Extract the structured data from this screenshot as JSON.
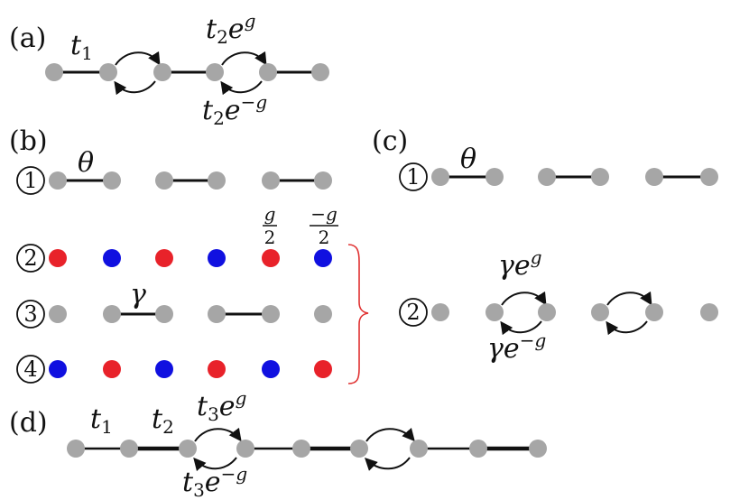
{
  "colors": {
    "node_gray": "#a6a6a6",
    "node_red": "#e8222a",
    "node_blue": "#1010e0",
    "bond": "#111111",
    "brace": "#e03030"
  },
  "panels": {
    "a": {
      "label": "(a)",
      "t1_base": "t",
      "t1_sub": "1",
      "hop_fwd_base": "t",
      "hop_fwd_sub": "2",
      "hop_fwd_exp": "e",
      "hop_fwd_sup": "g",
      "hop_bwd_base": "t",
      "hop_bwd_sub": "2",
      "hop_bwd_exp": "e",
      "hop_bwd_sup": "−g"
    },
    "b": {
      "label": "(b)",
      "row1_num": "1",
      "theta": "θ",
      "row2_num": "2",
      "frac1_num": "g",
      "frac1_den": "2",
      "frac2_num": "−g",
      "frac2_den": "2",
      "row3_num": "3",
      "gamma": "γ",
      "row4_num": "4"
    },
    "c": {
      "label": "(c)",
      "row1_num": "1",
      "theta": "θ",
      "row2_num": "2",
      "hop_fwd_base": "γe",
      "hop_fwd_sup": "g",
      "hop_bwd_base": "γe",
      "hop_bwd_sup": "−g"
    },
    "d": {
      "label": "(d)",
      "t1_base": "t",
      "t1_sub": "1",
      "t2_base": "t",
      "t2_sub": "2",
      "hop_fwd_base": "t",
      "hop_fwd_sub": "3",
      "hop_fwd_exp": "e",
      "hop_fwd_sup": "g",
      "hop_bwd_base": "t",
      "hop_bwd_sub": "3",
      "hop_bwd_exp": "e",
      "hop_bwd_sup": "−g"
    }
  }
}
